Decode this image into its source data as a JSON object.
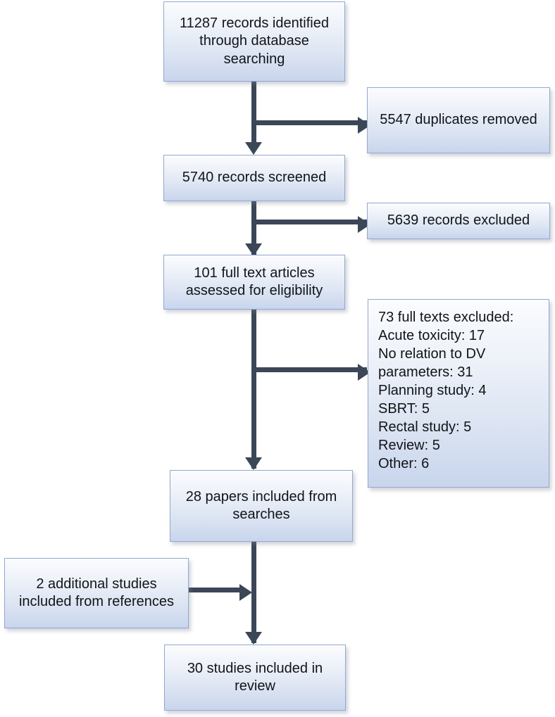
{
  "diagram": {
    "type": "prisma-flow-diagram",
    "background_color": "#ffffff",
    "box_border_color": "#93a9cf",
    "box_fill_top_color": "#fbfcfe",
    "box_fill_bottom_color": "#c8d5ec",
    "connector_color": "#3b4757",
    "text_color": "#111418",
    "nodes": {
      "identified": "11287 records identified through database searching",
      "duplicates": "5547 duplicates removed",
      "screened": "5740 records screened",
      "records_excluded": "5639 records excluded",
      "full_text_assessed": "101 full text articles assessed for eligibility",
      "full_text_excluded": "73 full texts excluded:\nAcute toxicity: 17\nNo relation to DV\nparameters: 31\nPlanning study: 4\nSBRT: 5\nRectal study: 5\nReview: 5\nOther: 6",
      "papers_from_searches": "28 papers included from searches",
      "additional_studies": "2 additional studies included from references",
      "studies_in_review": "30 studies included in review"
    },
    "exclusion_breakdown": {
      "header": "73 full texts excluded:",
      "total": 73,
      "reasons": [
        {
          "label": "Acute toxicity",
          "count": 17
        },
        {
          "label": "No relation to DV parameters",
          "count": 31
        },
        {
          "label": "Planning study",
          "count": 4
        },
        {
          "label": "SBRT",
          "count": 5
        },
        {
          "label": "Rectal study",
          "count": 5
        },
        {
          "label": "Review",
          "count": 5
        },
        {
          "label": "Other",
          "count": 6
        }
      ]
    },
    "counts": {
      "records_identified": 11287,
      "duplicates_removed": 5547,
      "records_screened": 5740,
      "records_excluded": 5639,
      "full_text_assessed": 101,
      "full_text_excluded": 73,
      "papers_from_searches": 28,
      "additional_studies": 2,
      "studies_in_review": 30
    }
  }
}
